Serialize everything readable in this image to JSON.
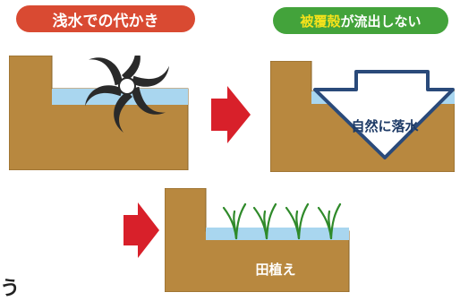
{
  "labels": {
    "shallow_water_puddling": "浅水での代かき",
    "no_coating_outflow_prefix": "被覆殻",
    "no_coating_outflow_suffix": "が流出しない",
    "natural_drainage": "自然に落水",
    "rice_planting": "田植え",
    "corner_fragment": "う"
  },
  "colors": {
    "soil": "#b8883f",
    "soil_edge": "#8a6428",
    "water": "#a9d6ef",
    "arrow_red": "#d8202a",
    "pill_red": "#d94a32",
    "pill_green": "#43a33b",
    "highlight_yellow": "#f5e21b"
  },
  "icons": [
    "rotary-blade-icon",
    "down-arrow-icon",
    "rice-seedling-icon",
    "right-arrow-icon"
  ]
}
